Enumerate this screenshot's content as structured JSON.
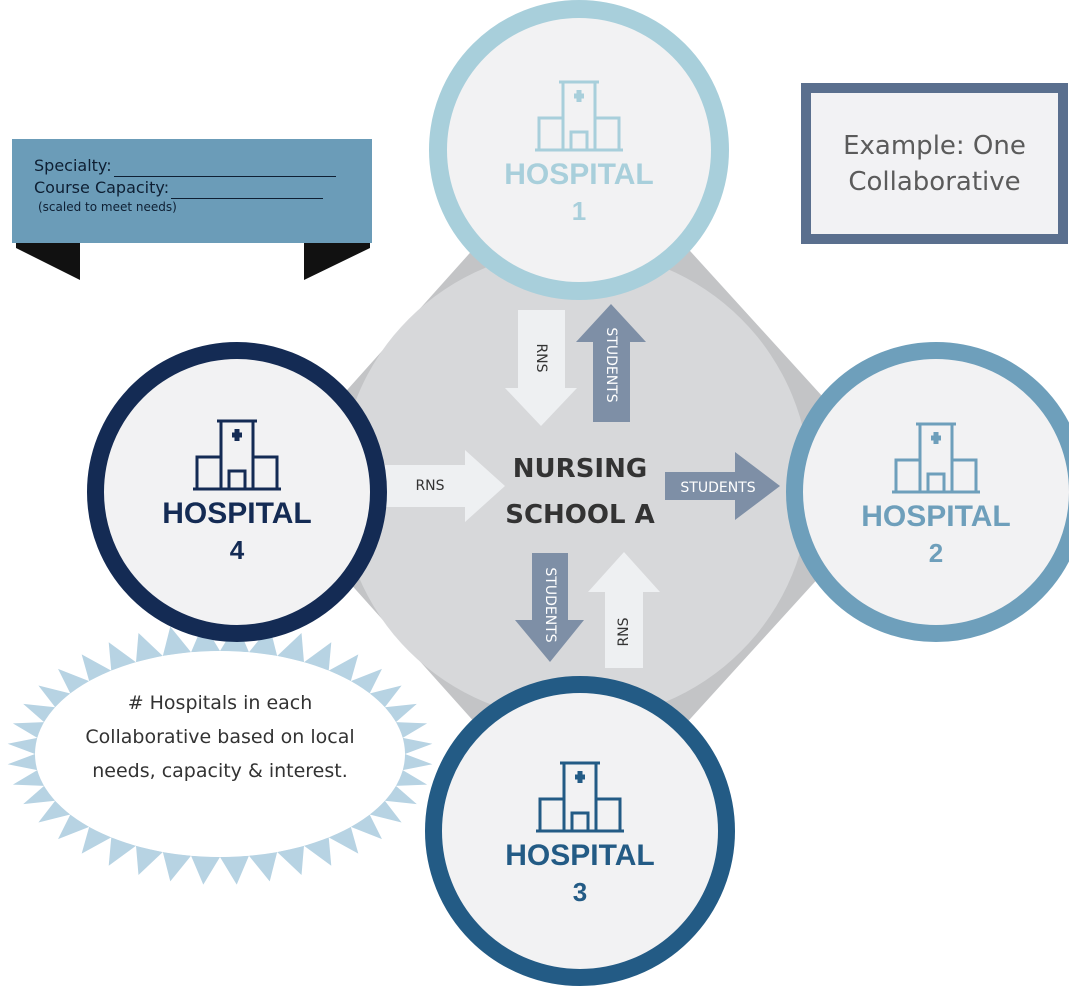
{
  "diagram": {
    "title_box": {
      "line1": "Example: One",
      "line2": "Collaborative"
    },
    "ribbon": {
      "specialty_label": "Specialty:",
      "capacity_label": "Course Capacity:",
      "note": "(scaled to meet needs)"
    },
    "center": {
      "line1": "NURSING",
      "line2": "SCHOOL A"
    },
    "hospitals": [
      {
        "name": "HOSPITAL",
        "number": "1",
        "color": "#a8cfdb"
      },
      {
        "name": "HOSPITAL",
        "number": "2",
        "color": "#6e9fbb"
      },
      {
        "name": "HOSPITAL",
        "number": "3",
        "color": "#235b85"
      },
      {
        "name": "HOSPITAL",
        "number": "4",
        "color": "#142b54"
      }
    ],
    "arrows": {
      "h1_rns": "RNS",
      "h1_students": "STUDENTS",
      "h2_students": "STUDENTS",
      "h3_students": "STUDENTS",
      "h3_rns": "RNS",
      "h4_rns": "RNS"
    },
    "note": "# Hospitals in each Collaborative based on local needs, capacity & interest.",
    "icons": [
      "hospital-building-icon"
    ],
    "colors": {
      "diamond": "#c3c4c6",
      "inner_circle": "#d7d8da",
      "arrow_light": "#eef0f2",
      "arrow_dark": "#7e8fa6",
      "ribbon": "#6b9cb8",
      "burst": "#b7d3e3"
    }
  }
}
